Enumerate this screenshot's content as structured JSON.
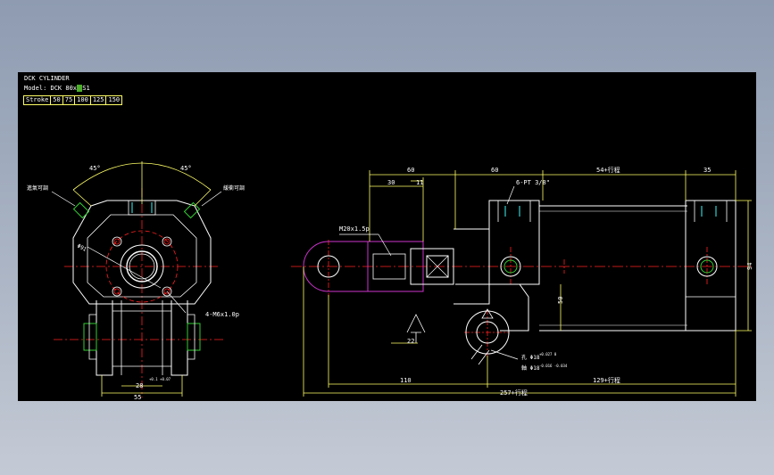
{
  "header": {
    "title": "DCK  CYLINDER",
    "model_prefix": "Model: DCK  80x",
    "model_highlight": "    ",
    "model_suffix": "S1",
    "stroke_label": "Stroke",
    "stroke_values": [
      "50",
      "75",
      "100",
      "125",
      "150"
    ]
  },
  "left_view": {
    "angle_left": "45°",
    "angle_right": "45°",
    "note_left": "進氣可調",
    "note_right": "緩衝可調",
    "diameter": "Φ91",
    "thread_callout": "4-M6x1.0p",
    "pin_width": "28",
    "pin_tolerance": "+0.1\n+0.07",
    "overall_width": "55"
  },
  "right_view": {
    "dim_60a": "60",
    "dim_60b": "60",
    "dim_stroke": "54+行程",
    "dim_35": "35",
    "dim_30": "30",
    "dim_11": "11",
    "port_callout": "6-PT 3/8\"",
    "rod_thread": "M20x1.5p",
    "dim_50": "50",
    "dim_94": "94",
    "dim_22": "22",
    "bore_upper": "孔 Φ18",
    "bore_upper_tol": "+0.027\n0",
    "bore_lower": "軸 Φ18",
    "bore_lower_tol": "-0.016\n-0.034",
    "dim_110": "110",
    "dim_129": "129+行程",
    "dim_257": "257+行程"
  },
  "colors": {
    "background": "#000000",
    "outline": "#ffffff",
    "dimension": "#ffff66",
    "centerline": "#ff2020",
    "thread": "#33cc33",
    "rod": "#cc33cc",
    "port": "#33cccc"
  }
}
